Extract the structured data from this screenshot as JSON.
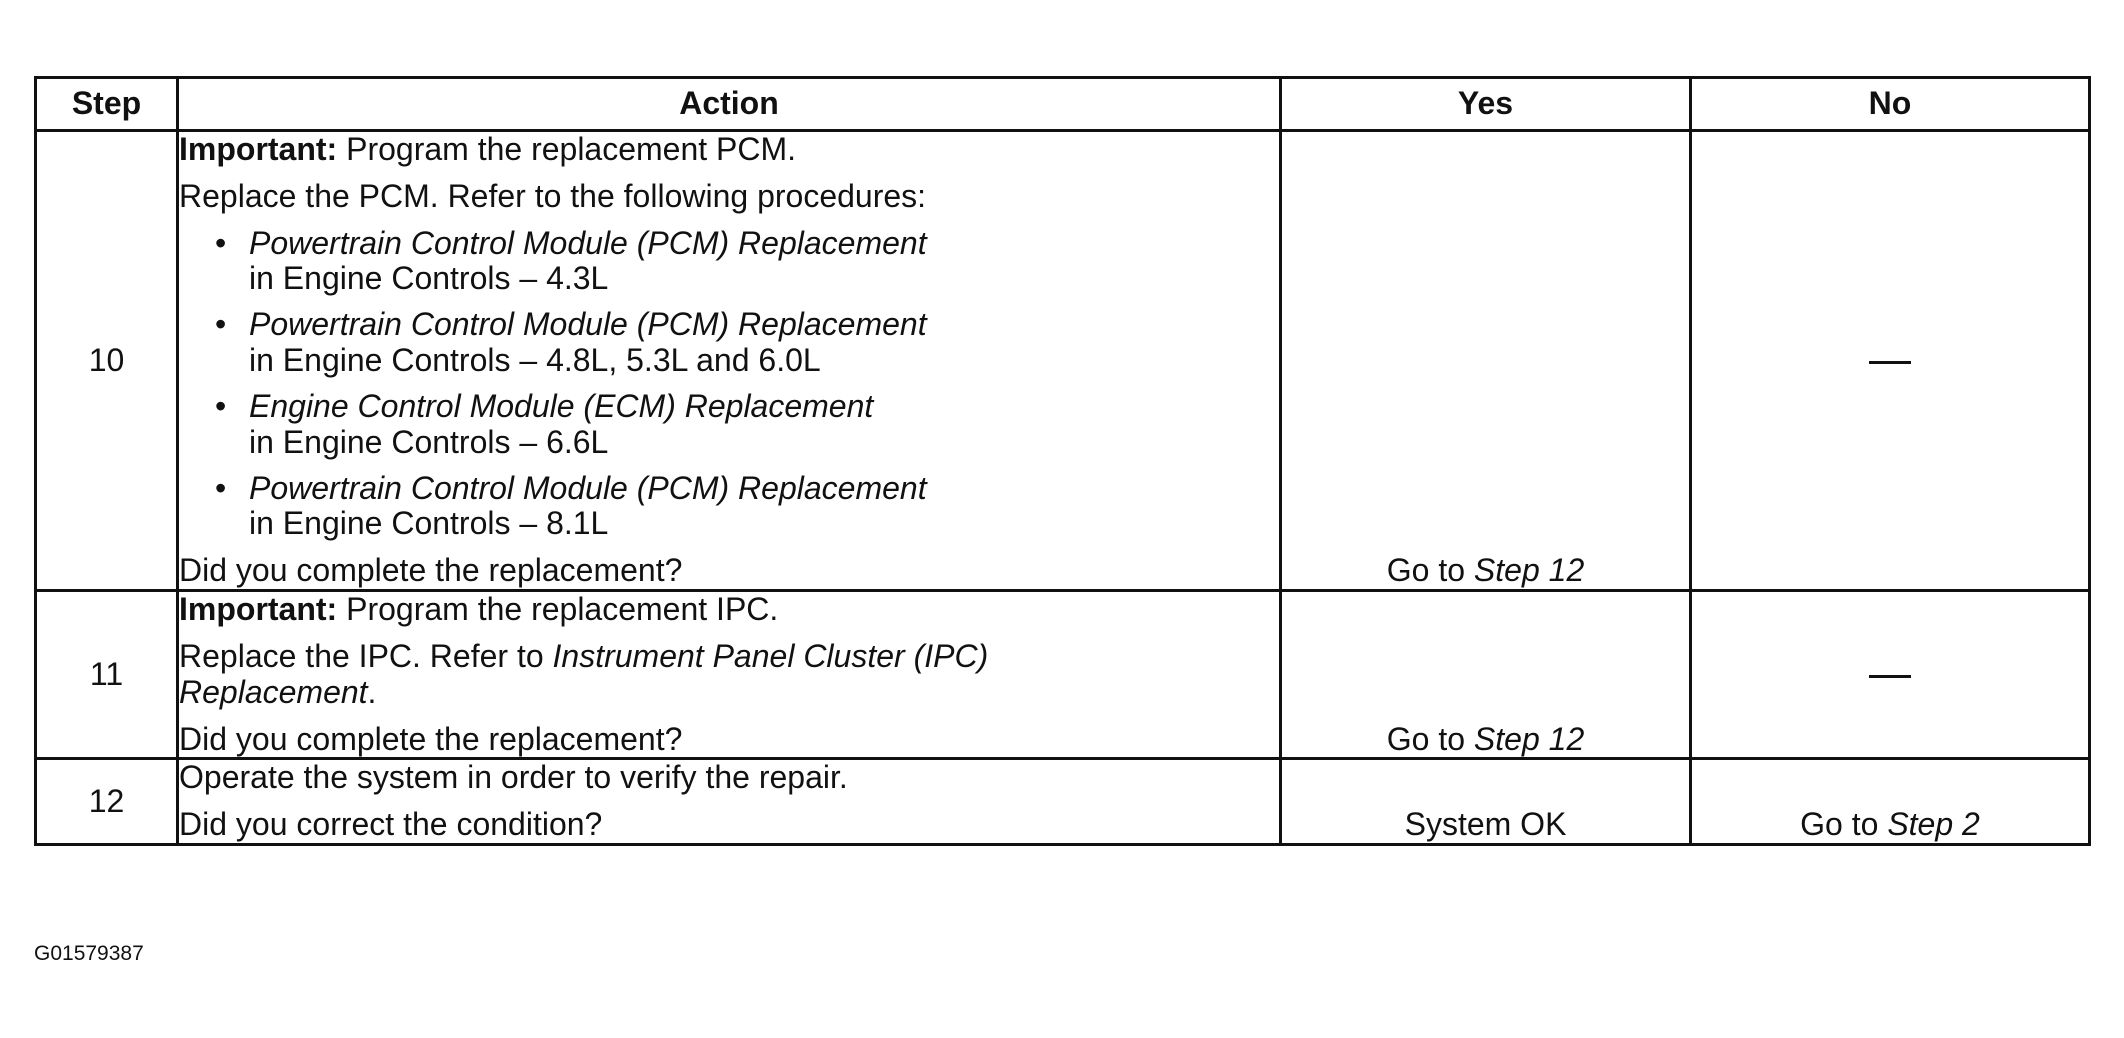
{
  "headers": {
    "step": "Step",
    "action": "Action",
    "yes": "Yes",
    "no": "No"
  },
  "rows": [
    {
      "step": "10",
      "important_label": "Important:",
      "important_text": " Program the replacement PCM.",
      "intro": "Replace the PCM. Refer to the following procedures:",
      "procedures": [
        {
          "title": "Powertrain Control Module (PCM) Replacement",
          "location": "in Engine Controls – 4.3L"
        },
        {
          "title": "Powertrain Control Module (PCM) Replacement",
          "location": "in Engine Controls – 4.8L, 5.3L and 6.0L"
        },
        {
          "title": "Engine Control Module (ECM) Replacement",
          "location": "in Engine Controls – 6.6L"
        },
        {
          "title": "Powertrain Control Module (PCM) Replacement",
          "location": "in Engine Controls – 8.1L"
        }
      ],
      "question": "Did you complete the replacement?",
      "yes_prefix": "Go to ",
      "yes_link": "Step 12"
    },
    {
      "step": "11",
      "important_label": "Important:",
      "important_text": " Program the replacement IPC.",
      "refer_prefix": "Replace the IPC. Refer to ",
      "refer_link_1": "Instrument Panel Cluster (IPC)",
      "refer_link_2": "Replacement",
      "refer_suffix": ".",
      "question": "Did you complete the replacement?",
      "yes_prefix": "Go to ",
      "yes_link": "Step 12"
    },
    {
      "step": "12",
      "instruction": "Operate the system in order to verify the repair.",
      "question": "Did you correct the condition?",
      "yes_text": "System OK",
      "no_prefix": "Go to ",
      "no_link": "Step 2"
    }
  ],
  "graphic_id": "G01579387"
}
